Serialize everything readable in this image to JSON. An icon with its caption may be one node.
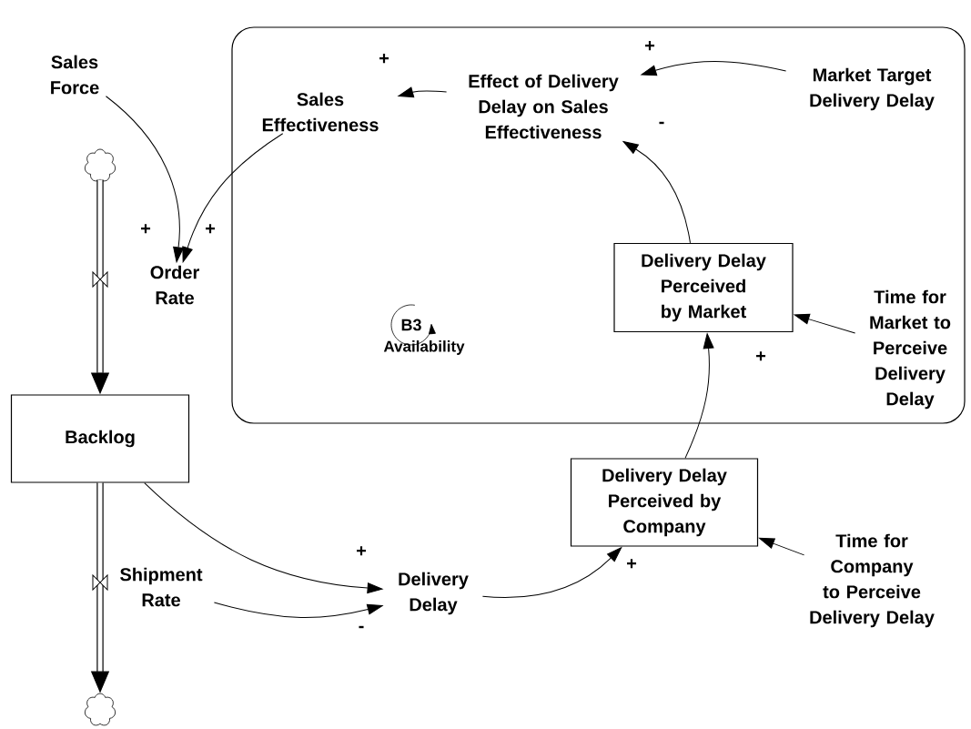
{
  "diagram": {
    "nodes": [
      {
        "text": [],
        "shape": "box"
      },
      {
        "text": [
          "Sales Force"
        ]
      },
      {
        "text": [
          "Sales Effectiveness"
        ],
        "in": 0
      },
      {
        "text": [
          "Effect of Delivery Delay on Sales Effectiveness"
        ],
        "in": 0
      },
      {
        "text": [
          "Market Target Delivery Delay"
        ],
        "in": 0
      },
      {
        "text": [],
        "shape": "cloud"
      },
      {
        "text": [
          "Order Rate"
        ]
      },
      {
        "text": [
          "Delivery Delay Perceived by Market"
        ],
        "in": 0
      },
      {
        "text": [
          "Time for Market to Perceive Delivery Delay"
        ],
        "in": 0
      },
      {
        "text": [
          "Backlog"
        ]
      },
      {
        "text": [
          "Delivery Delay Perceived by Company"
        ]
      },
      {
        "text": [
          "Shipment Rate"
        ]
      },
      {
        "text": [
          "Delivery Delay"
        ]
      },
      {
        "text": [
          "Time for Company to Perceive Delivery Delay"
        ]
      },
      {
        "text": [],
        "shape": "cloud"
      }
    ],
    "edges": [
      {
        "from": 5,
        "to": 9,
        "arrow": "to",
        "style": "thick"
      },
      {
        "from": 9,
        "to": 14,
        "arrow": "to",
        "style": "thick"
      },
      {
        "from": 1,
        "to": 6,
        "arrow": "to",
        "label": "+"
      },
      {
        "from": 2,
        "to": 6,
        "arrow": "to",
        "label": "+"
      },
      {
        "from": 3,
        "to": 2,
        "arrow": "to",
        "label": "+"
      },
      {
        "from": 4,
        "to": 3,
        "arrow": "to",
        "label": "+"
      },
      {
        "from": 7,
        "to": 3,
        "arrow": "to",
        "label": "-"
      },
      {
        "from": 8,
        "to": 7,
        "arrow": "to"
      },
      {
        "from": 10,
        "to": 7,
        "arrow": "to",
        "label": "+"
      },
      {
        "from": 13,
        "to": 10,
        "arrow": "to"
      },
      {
        "from": 12,
        "to": 10,
        "arrow": "to",
        "label": "+"
      },
      {
        "from": 9,
        "to": 12,
        "arrow": "to",
        "label": "+"
      },
      {
        "from": 11,
        "to": 12,
        "arrow": "to",
        "label": "-"
      }
    ],
    "labels": [
      "B3",
      "Availability"
    ]
  }
}
